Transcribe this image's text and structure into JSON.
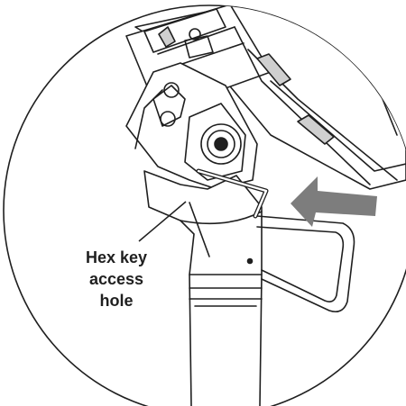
{
  "callout": {
    "lines": [
      "Hex key",
      "access",
      "hole"
    ]
  },
  "colors": {
    "ink": "#1f1f1f",
    "arrow": "#7d7d7d",
    "background": "#ffffff"
  }
}
